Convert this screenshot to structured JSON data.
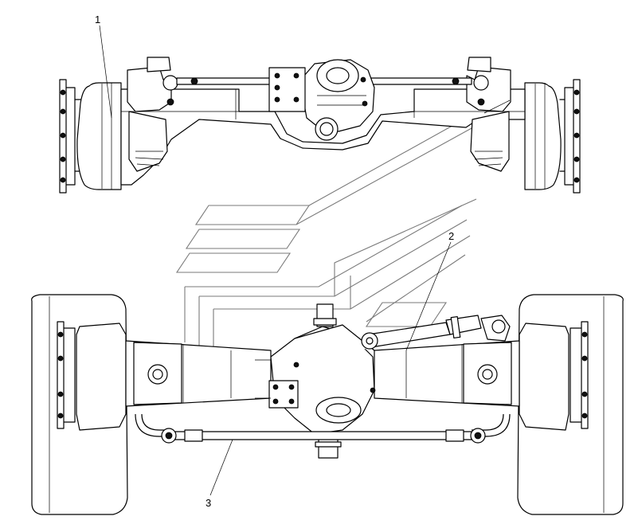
{
  "callouts": [
    {
      "id": "1",
      "label": "1"
    },
    {
      "id": "2",
      "label": "2"
    },
    {
      "id": "3",
      "label": "3"
    }
  ],
  "colors": {
    "line": "#000000",
    "background": "#ffffff",
    "watermark": "#7a7a7a"
  }
}
